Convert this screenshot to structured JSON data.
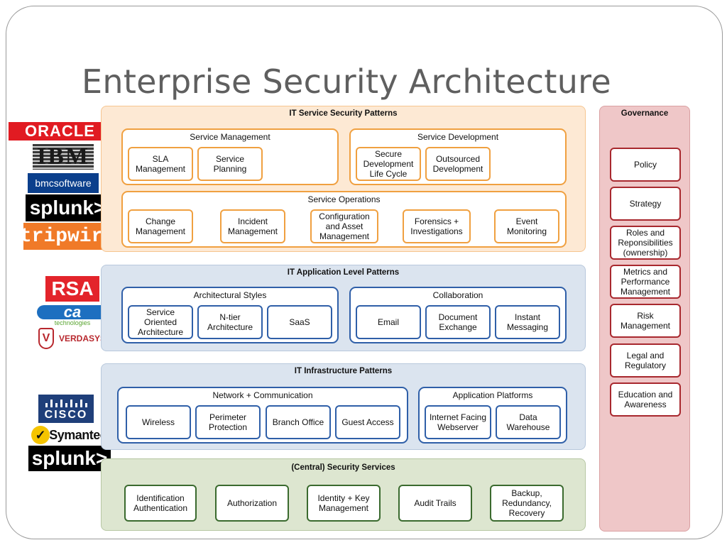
{
  "title": "Enterprise Security Architecture",
  "logos": {
    "oracle": "ORACLE",
    "ibm": "IBM",
    "bmc": "bmcsoftware",
    "splunk1": "splunk>",
    "tripwire": "tripwire",
    "rsa": "RSA",
    "ca": "ca",
    "ca_sub": "technologies",
    "verdasys": "VERDASYS",
    "cisco": "CISCO",
    "symantec": "Symantec.",
    "splunk2": "splunk>"
  },
  "service": {
    "header": "IT Service Security Patterns",
    "management": {
      "label": "Service Management",
      "items": [
        "SLA Management",
        "Service Planning"
      ]
    },
    "development": {
      "label": "Service Development",
      "items": [
        "Secure Development Life Cycle",
        "Outsourced Development"
      ]
    },
    "operations": {
      "label": "Service Operations",
      "items": [
        "Change Management",
        "Incident Management",
        "Configuration and Asset Management",
        "Forensics + Investigations",
        "Event Monitoring"
      ]
    }
  },
  "application": {
    "header": "IT Application Level Patterns",
    "styles": {
      "label": "Architectural Styles",
      "items": [
        "Service Oriented Architecture",
        "N-tier Architecture",
        "SaaS"
      ]
    },
    "collaboration": {
      "label": "Collaboration",
      "items": [
        "Email",
        "Document Exchange",
        "Instant Messaging"
      ]
    }
  },
  "infrastructure": {
    "header": "IT Infrastructure Patterns",
    "network": {
      "label": "Network + Communication",
      "items": [
        "Wireless",
        "Perimeter Protection",
        "Branch Office",
        "Guest Access"
      ]
    },
    "platforms": {
      "label": "Application Platforms",
      "items": [
        "Internet Facing Webserver",
        "Data Warehouse"
      ]
    }
  },
  "central": {
    "header": "(Central) Security Services",
    "items": [
      "Identification Authentication",
      "Authorization",
      "Identity + Key Management",
      "Audit Trails",
      "Backup, Redundancy, Recovery"
    ]
  },
  "governance": {
    "header": "Governance",
    "items": [
      "Policy",
      "Strategy",
      "Roles and Reponsibilities (ownership)",
      "Metrics and Performance Management",
      "Risk Management",
      "Legal and Regulatory",
      "Education and Awareness"
    ]
  },
  "colors": {
    "service_bg": "#fde9d4",
    "service_border": "#f6c590",
    "app_bg": "#dbe4ef",
    "app_border": "#b8c8dc",
    "infra_bg": "#dbe4ef",
    "central_bg": "#dde6d0",
    "central_border": "#b7c7a4",
    "gov_bg": "#efc7c8",
    "gov_border": "#d9a0a2"
  }
}
